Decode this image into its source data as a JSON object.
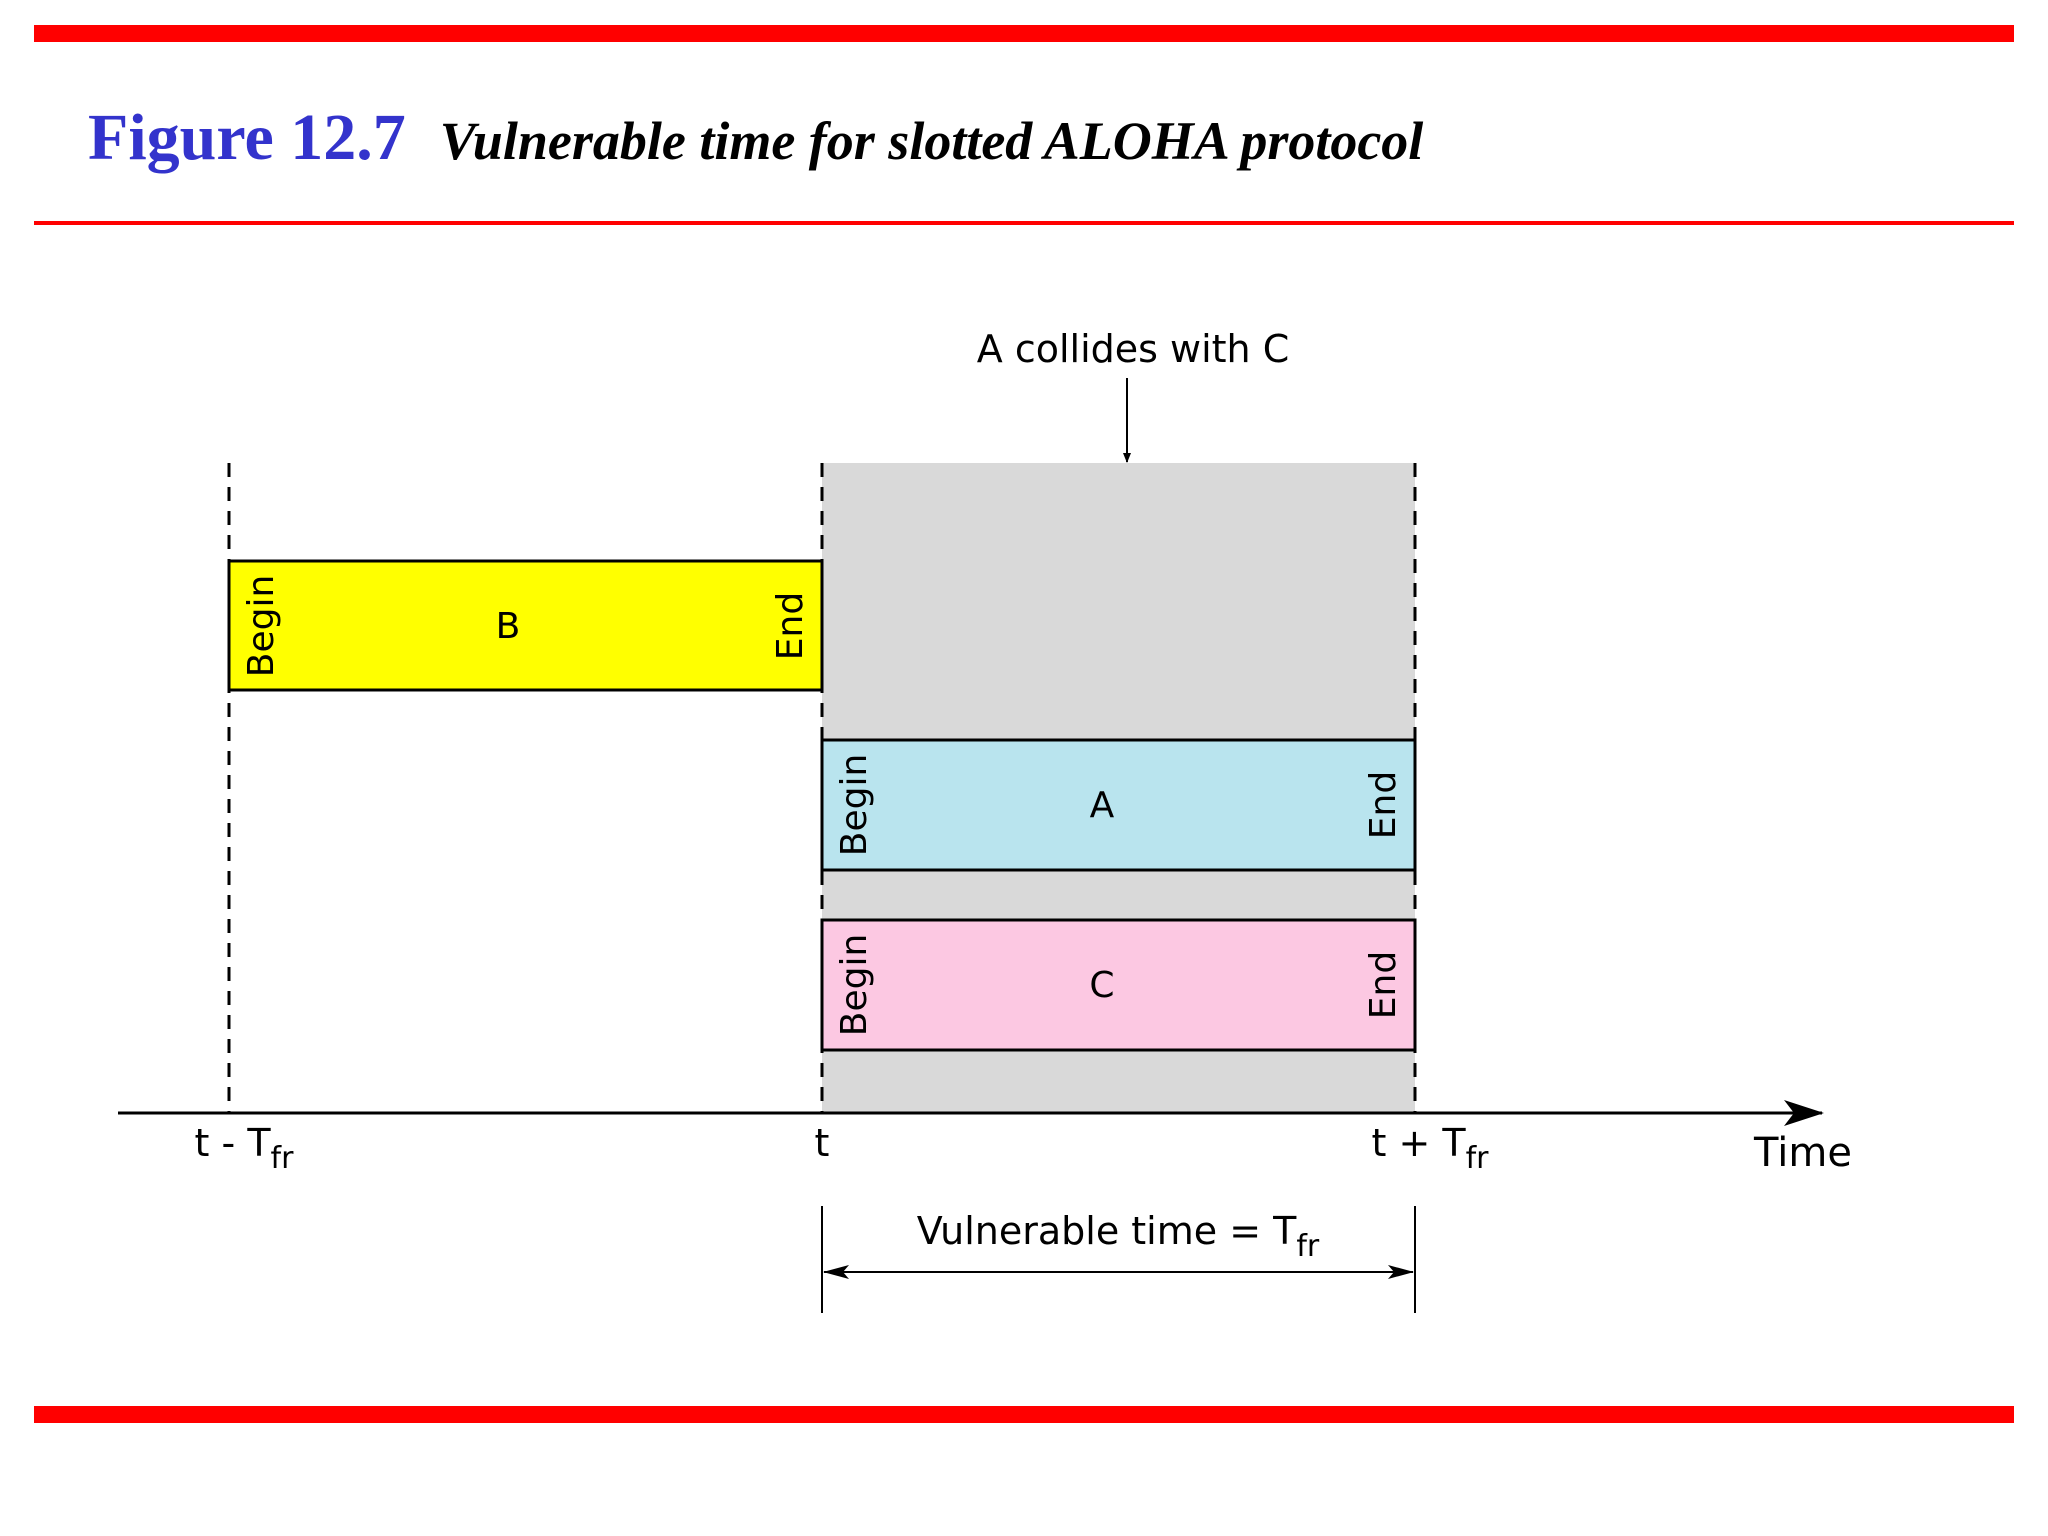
{
  "title": {
    "figure_number": "Figure 12.7",
    "caption": "Vulnerable time for slotted ALOHA protocol"
  },
  "colors": {
    "rule": "#ff0000",
    "figure_number": "#3333cc",
    "vulnerable_region": "#d9d9d9",
    "frame_b": "#ffff00",
    "frame_a": "#b9e4ee",
    "frame_c": "#fcc8e2"
  },
  "frames": {
    "b": {
      "label": "B",
      "begin": "Begin",
      "end": "End"
    },
    "a": {
      "label": "A",
      "begin": "Begin",
      "end": "End"
    },
    "c": {
      "label": "C",
      "begin": "Begin",
      "end": "End"
    }
  },
  "collision_note": "A collides with C",
  "axis": {
    "label": "Time",
    "ticks": {
      "left": {
        "base": "t - T",
        "sub": "fr"
      },
      "center": {
        "base": "t"
      },
      "right": {
        "base": "t + T",
        "sub": "fr"
      }
    }
  },
  "vulnerable_time": {
    "base": "Vulnerable time = T",
    "sub": "fr"
  }
}
